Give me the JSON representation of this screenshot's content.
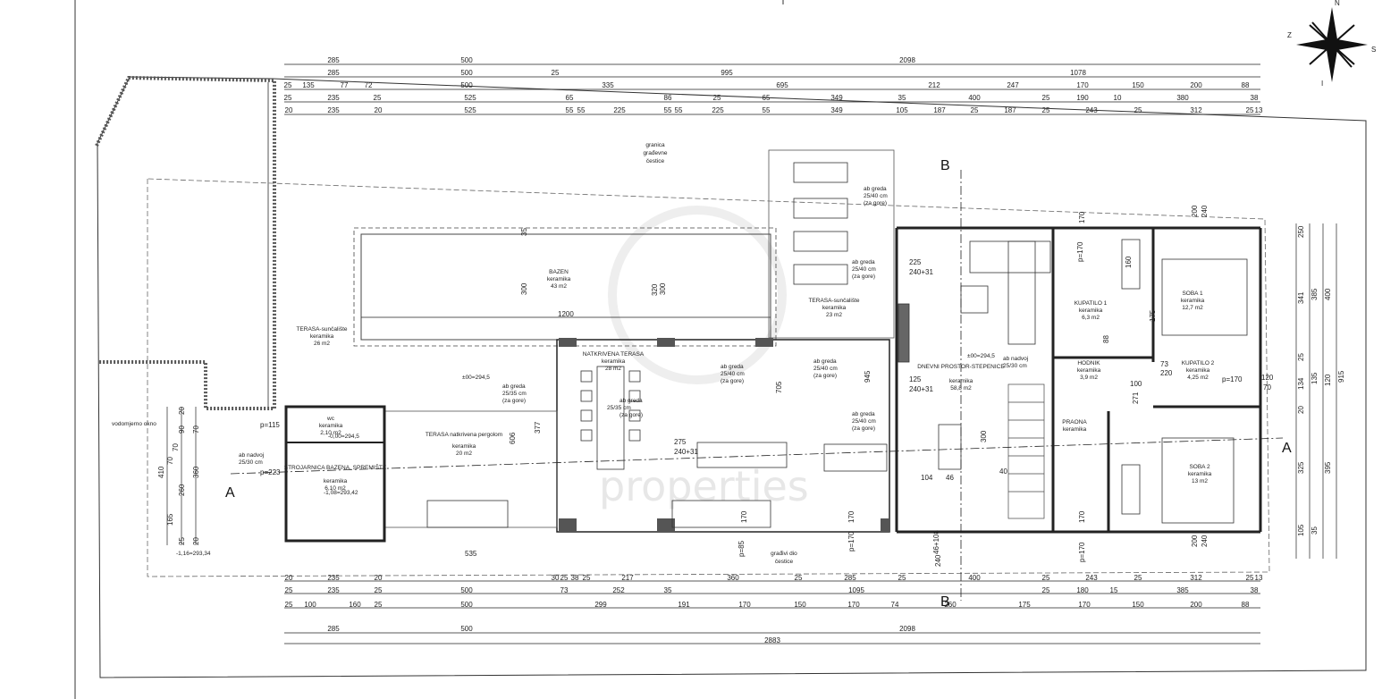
{
  "compass": {
    "n": "N",
    "s": "S",
    "e": "I",
    "w": "Z"
  },
  "watermark": "properties",
  "section_marks": {
    "a_left": "A",
    "a_right": "A",
    "b_top": "B",
    "b_bottom": "B"
  },
  "notes": {
    "boundary": [
      "granica",
      "građevne",
      "čestice"
    ],
    "build_part": [
      "građivi dio",
      "čestice"
    ],
    "meter_well": "vodomjerno okno"
  },
  "rooms": [
    {
      "name": "BAZEN",
      "finish": "keramika",
      "area": "43 m2"
    },
    {
      "name": "TERASA-sunčalište",
      "finish": "keramika",
      "area": "26 m2"
    },
    {
      "name": "TERASA-sunčalište",
      "finish": "keramika",
      "area": "23 m2"
    },
    {
      "name": "NATKRIVENA TERASA",
      "finish": "keramika",
      "area": "28 m2"
    },
    {
      "name": "TERASA natkrivena pergolom",
      "finish": "keramika",
      "area": "20 m2"
    },
    {
      "name": "wc",
      "finish": "keramika",
      "area": "2,10 m2"
    },
    {
      "name": "STROJARNICA BAZENA, SPREMIŠTE",
      "finish": "keramika",
      "area": "6,10 m2"
    },
    {
      "name": "DNEVNI PROSTOR-STEPENICE",
      "finish": "keramika",
      "area": "58,8 m2"
    },
    {
      "name": "KUPATILO 1",
      "finish": "keramika",
      "area": "6,3 m2"
    },
    {
      "name": "SOBA 1",
      "finish": "keramika",
      "area": "12,7 m2"
    },
    {
      "name": "HODNIK",
      "finish": "keramika",
      "area": "3,9 m2"
    },
    {
      "name": "KUPATILO 2",
      "finish": "keramika",
      "area": "4,25 m2"
    },
    {
      "name": "PRAONA",
      "finish": "keramika",
      "area": ""
    },
    {
      "name": "SOBA 2",
      "finish": "keramika",
      "area": "13 m2"
    }
  ],
  "beams": [
    {
      "label": "ab greda",
      "size": "25/40 cm",
      "dir": "(za gore)"
    },
    {
      "label": "ab greda",
      "size": "25/40 cm",
      "dir": "(za gore)"
    },
    {
      "label": "ab greda",
      "size": "25/40 cm",
      "dir": "(za gore)"
    },
    {
      "label": "ab greda",
      "size": "25/40 cm",
      "dir": "(za gore)"
    },
    {
      "label": "ab greda",
      "size": "25/35 cm",
      "dir": "(za gore)"
    },
    {
      "label": "ab greda",
      "size": "25/35 cm",
      "dir": "(za gore)"
    },
    {
      "label": "ab greda",
      "size": "25/40 cm",
      "dir": "(za gore)"
    },
    {
      "label": "ab nadvoj",
      "size": "25/30 cm",
      "dir": ""
    },
    {
      "label": "ab nadvoj",
      "size": "25/30 cm",
      "dir": ""
    }
  ],
  "levels": [
    "±00=294,5",
    "±00=294,5",
    "-1,08=293,42",
    "-1,16=293,34",
    "-0,00=294,5"
  ],
  "openings": [
    "225",
    "240+31",
    "125",
    "240+31",
    "275",
    "240+31",
    "p=170",
    "p=115",
    "p=223",
    "p=85",
    "p=170",
    "p=170",
    "p=170",
    "46+108",
    "240"
  ],
  "dimensions": {
    "top_row1": [
      "285",
      "500",
      "2098"
    ],
    "top_row2": [
      "285",
      "500",
      "25",
      "995",
      "1078"
    ],
    "top_row3": [
      "25",
      "135",
      "77",
      "72",
      "500",
      "335",
      "695",
      "212",
      "247",
      "170",
      "150",
      "200",
      "88"
    ],
    "top_row4": [
      "25",
      "235",
      "25",
      "525",
      "65",
      "86",
      "25",
      "65",
      "349",
      "35",
      "400",
      "25",
      "190",
      "10",
      "380",
      "38"
    ],
    "top_row5": [
      "20",
      "235",
      "20",
      "525",
      "55",
      "55",
      "225",
      "55",
      "55",
      "225",
      "55",
      "349",
      "105",
      "187",
      "25",
      "187",
      "25",
      "243",
      "25",
      "312",
      "25",
      "13"
    ],
    "bottom_row1": [
      "20",
      "235",
      "20",
      "30",
      "25",
      "38",
      "25",
      "217",
      "360",
      "25",
      "285",
      "25",
      "400",
      "25",
      "243",
      "25",
      "312",
      "25",
      "13"
    ],
    "bottom_row2": [
      "25",
      "235",
      "25",
      "500",
      "73",
      "252",
      "35",
      "1095",
      "25",
      "180",
      "15",
      "385",
      "38"
    ],
    "bottom_row3": [
      "25",
      "100",
      "160",
      "25",
      "500",
      "299",
      "191",
      "170",
      "150",
      "170",
      "74",
      "260",
      "175",
      "170",
      "150",
      "200",
      "88"
    ],
    "bottom_row4": [
      "285",
      "500",
      "2098"
    ],
    "bottom_total": "2883",
    "left": [
      "410",
      "70",
      "260",
      "360",
      "165",
      "25",
      "20",
      "70",
      "90",
      "20",
      "70"
    ],
    "right": [
      "250",
      "341",
      "25",
      "134",
      "20",
      "325",
      "105",
      "385",
      "400",
      "135",
      "120",
      "915",
      "395",
      "35"
    ],
    "interior": [
      "1200",
      "300",
      "300",
      "35",
      "535",
      "705",
      "945",
      "606",
      "377",
      "320",
      "170",
      "170",
      "300",
      "104",
      "46",
      "40",
      "200",
      "240",
      "200",
      "240",
      "170",
      "170",
      "160",
      "175",
      "88",
      "271",
      "73",
      "220",
      "100",
      "120",
      "70"
    ]
  }
}
